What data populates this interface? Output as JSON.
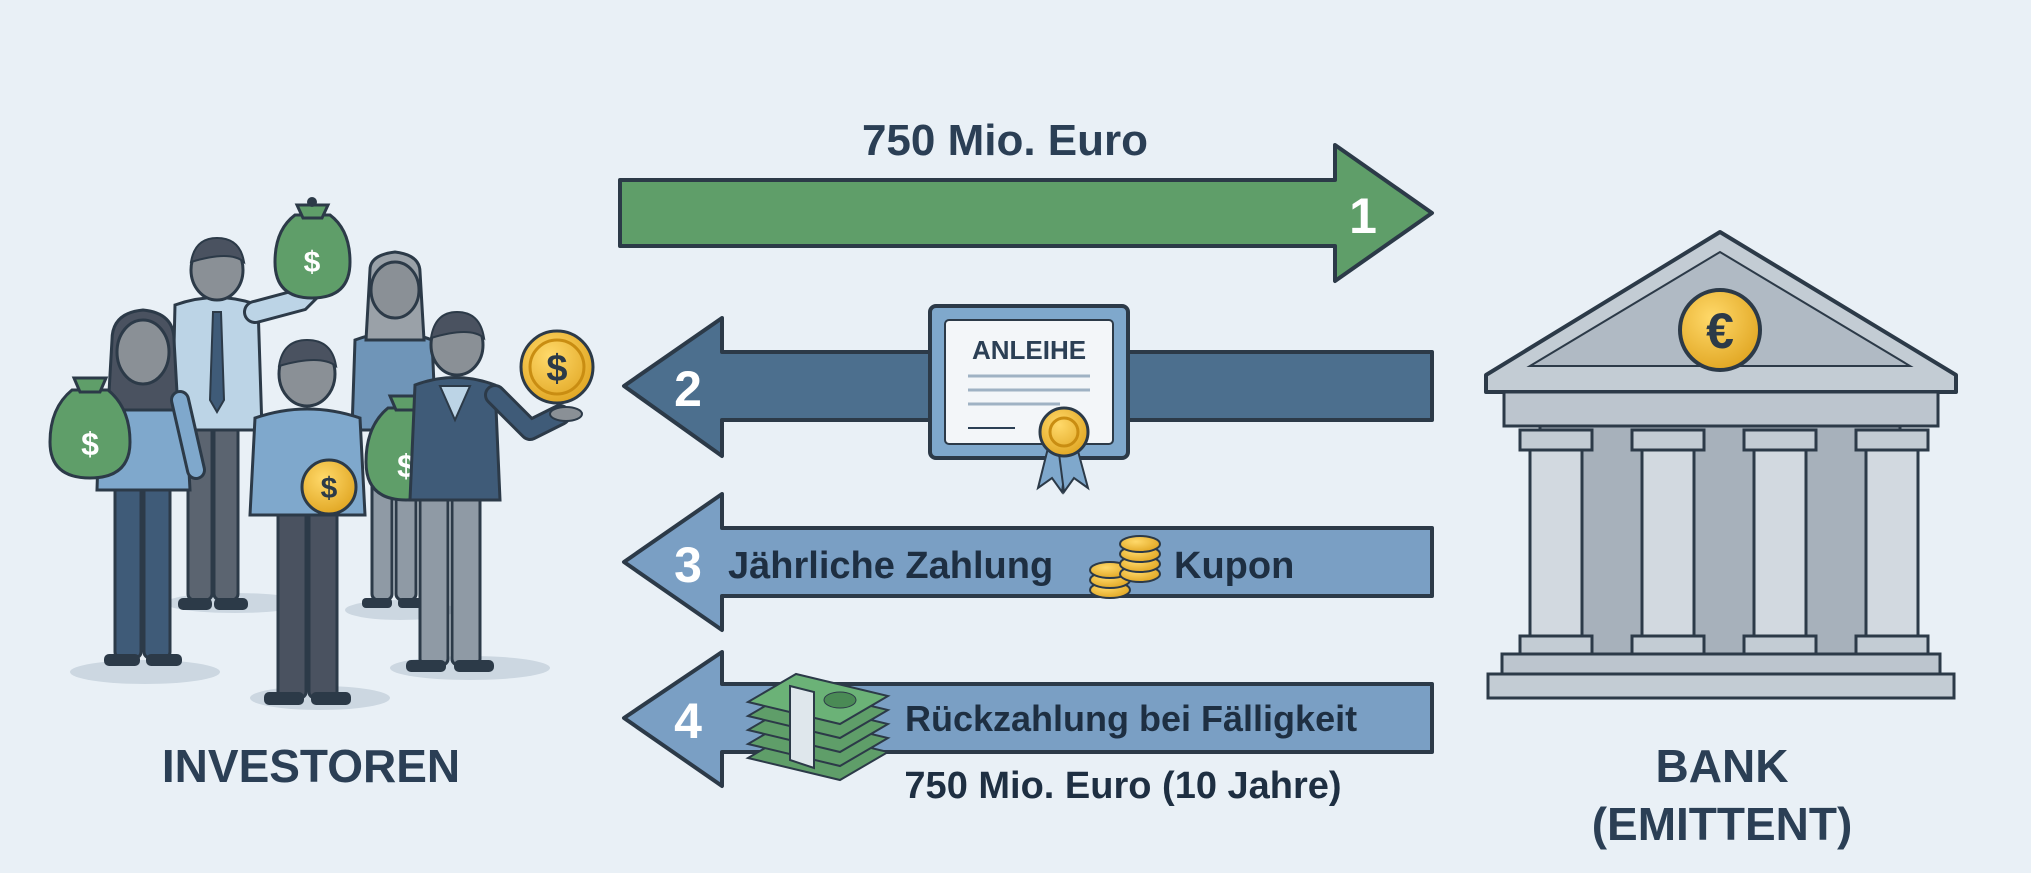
{
  "left_party": {
    "label": "INVESTOREN"
  },
  "right_party": {
    "label_line1": "BANK",
    "label_line2": "(EMITTENT)",
    "symbol": "€"
  },
  "flows": [
    {
      "step": "1",
      "label": "750 Mio. Euro",
      "direction": "investors-to-bank",
      "color": "#5f9e69"
    },
    {
      "step": "2",
      "document_label": "ANLEIHE",
      "direction": "bank-to-investors",
      "color": "#4c6f8e"
    },
    {
      "step": "3",
      "label_left": "Jährliche Zahlung",
      "label_right": "Kupon",
      "direction": "bank-to-investors",
      "color": "#7a9fc4"
    },
    {
      "step": "4",
      "label_line1": "Rückzahlung bei Fälligkeit",
      "label_line2": "750 Mio. Euro (10 Jahre)",
      "direction": "bank-to-investors",
      "color": "#7a9fc4"
    }
  ],
  "icons": {
    "dollar": "$",
    "investors": "investors-group-icon",
    "bank": "bank-building-icon",
    "certificate": "bond-certificate-icon",
    "coins": "coin-stack-icon",
    "cash": "cash-bundle-icon"
  },
  "colors": {
    "background": "#e9f0f6",
    "text": "#2b3f55",
    "money_green": "#5f9e69",
    "gold": "#f0b93a"
  }
}
